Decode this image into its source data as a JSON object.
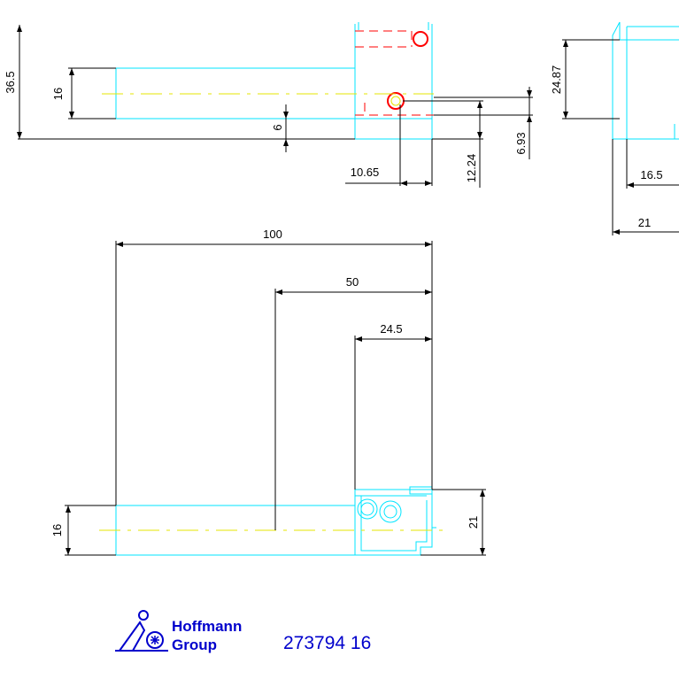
{
  "dimensions": {
    "side_view": {
      "height_total": "36.5",
      "height_body": "16",
      "offset": "6",
      "hole_x": "10.65",
      "hole_height": "12.24",
      "hole_height_small": "6.93"
    },
    "right_view": {
      "height": "24.87",
      "inner_width": "16.5",
      "outer_width": "21"
    },
    "top_view": {
      "length_total": "100",
      "length_half": "50",
      "length_head": "24.5",
      "height_body": "16",
      "height_head": "21"
    }
  },
  "logo": {
    "line1": "Hoffmann",
    "line2": "Group"
  },
  "part_number": "273794 16",
  "colors": {
    "outline": "#00e5ff",
    "dimension": "#000000",
    "centerline": "#e6e600",
    "hidden": "#ff0000",
    "brand": "#0000cc"
  }
}
